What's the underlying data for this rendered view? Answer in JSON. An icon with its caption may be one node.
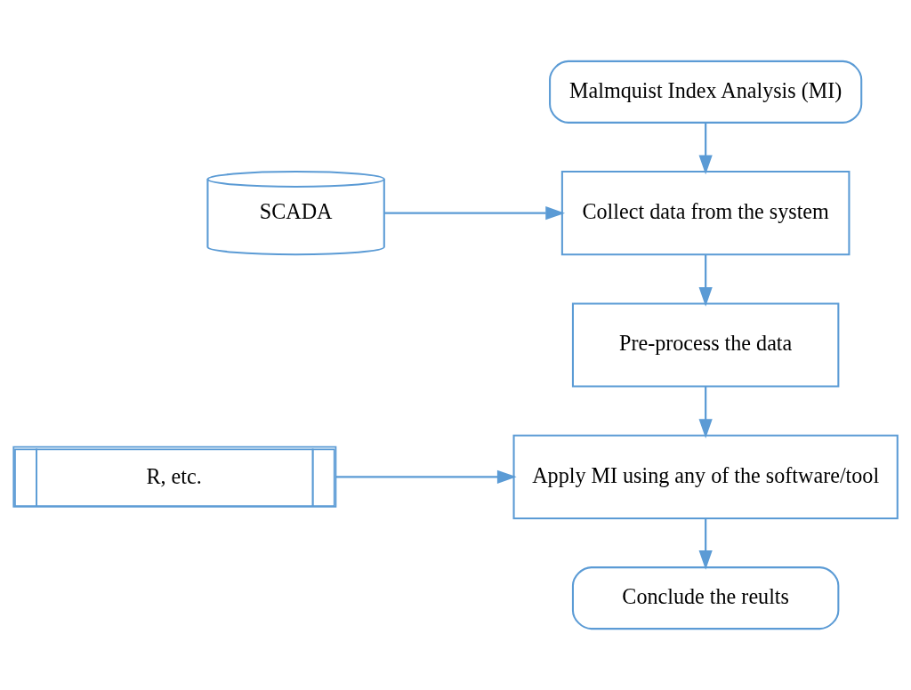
{
  "diagram": {
    "nodes": [
      {
        "text": [
          "Malmquist Index Analysis (MI)"
        ]
      },
      {
        "text": [
          "Collect data from the system"
        ]
      },
      {
        "text": [
          "SCADA"
        ]
      },
      {
        "text": [
          "Pre-process the data"
        ]
      },
      {
        "text": [
          "Apply MI using any of the software/tool"
        ]
      },
      {
        "text": [
          "R, etc."
        ]
      },
      {
        "text": [
          "Conclude the reults"
        ]
      }
    ],
    "edges": [
      {
        "from": 0,
        "to": 1,
        "arrow": "to"
      },
      {
        "from": 2,
        "to": 1,
        "arrow": "to"
      },
      {
        "from": 1,
        "to": 3,
        "arrow": "to"
      },
      {
        "from": 3,
        "to": 4,
        "arrow": "to"
      },
      {
        "from": 5,
        "to": 4,
        "arrow": "to"
      },
      {
        "from": 4,
        "to": 6,
        "arrow": "to"
      }
    ]
  }
}
